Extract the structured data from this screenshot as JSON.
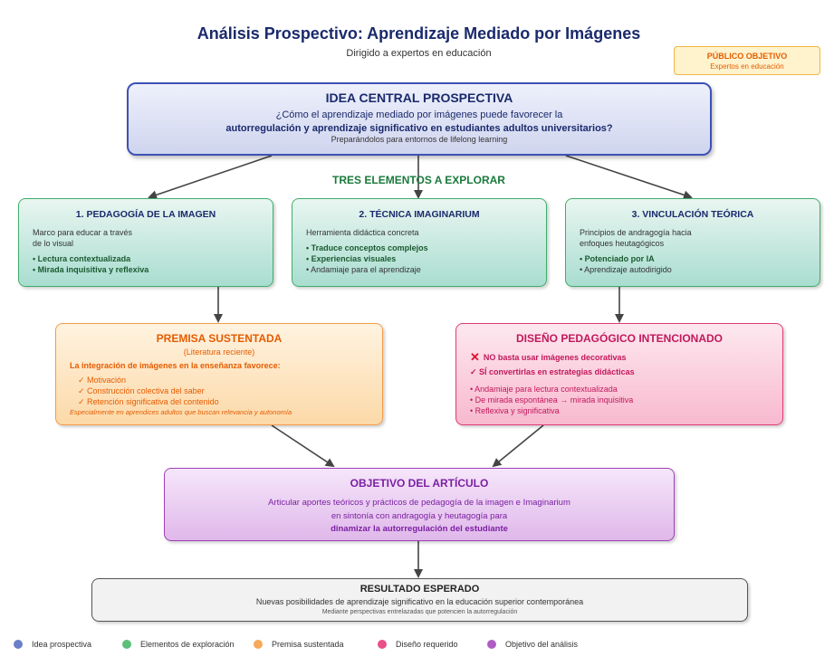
{
  "header": {
    "title": "Análisis Prospectivo: Aprendizaje Mediado por Imágenes",
    "subtitle": "Dirigido a expertos en educación"
  },
  "audience": {
    "label": "PÚBLICO OBJETIVO",
    "value": "Expertos en educación"
  },
  "central": {
    "title": "IDEA CENTRAL PROSPECTIVA",
    "line1": "¿Cómo el aprendizaje mediado por imágenes puede favorecer la",
    "line2": "autorregulación y aprendizaje significativo en estudiantes adultos universitarios?",
    "line3": "Preparándolos para entornos de lifelong learning"
  },
  "section_label": "TRES ELEMENTOS A EXPLORAR",
  "elements": [
    {
      "title": "1. PEDAGOGÍA DE LA IMAGEN",
      "desc1": "Marco para educar a través",
      "desc2": "de lo visual",
      "b1": "• Lectura contextualizada",
      "b2": "• Mirada inquisitiva y reflexiva"
    },
    {
      "title": "2. TÉCNICA IMAGINARIUM",
      "desc1": "Herramienta didáctica concreta",
      "b1": "• Traduce conceptos complejos",
      "b2": "• Experiencias visuales",
      "b3": "• Andamiaje para el aprendizaje"
    },
    {
      "title": "3. VINCULACIÓN TEÓRICA",
      "desc1": "Principios de andragogía hacia",
      "desc2": "enfoques heutagógicos",
      "b1": "• Potenciado por IA",
      "b2": "• Aprendizaje autodirigido"
    }
  ],
  "premise": {
    "title": "PREMISA SUSTENTADA",
    "source": "(Literatura reciente)",
    "lead": "La integración de imágenes en la enseñanza favorece:",
    "items": [
      "✓ Motivación",
      "✓ Construcción colectiva del saber",
      "✓ Retención significativa del contenido"
    ],
    "note": "Especialmente en aprendices adultos que buscan relevancia y autonomía"
  },
  "design": {
    "title": "DISEÑO PEDAGÓGICO INTENCIONADO",
    "no": "NO basta usar imágenes decorativas",
    "yes": "✓ SÍ convertirlas en estrategias didácticas",
    "items": [
      "• Andamiaje para lectura contextualizada",
      "• De mirada espontánea → mirada inquisitiva",
      "• Reflexiva y significativa"
    ]
  },
  "objective": {
    "title": "OBJETIVO DEL ARTÍCULO",
    "line1": "Articular aportes teóricos y prácticos de pedagogía de la imagen e Imaginarium",
    "line2": "en sintonía con andragogía y heutagogía para",
    "line3": "dinamizar la autorregulación del estudiante"
  },
  "result": {
    "title": "RESULTADO ESPERADO",
    "line1": "Nuevas posibilidades de aprendizaje significativo en la educación superior contemporánea",
    "line2": "Mediante perspectivas entrelazadas que potencien la autorregulación"
  },
  "legend": [
    {
      "label": "Idea prospectiva",
      "color": "#6a7fc7"
    },
    {
      "label": "Elementos de exploración",
      "color": "#5cbf7a"
    },
    {
      "label": "Premisa sustentada",
      "color": "#f5a95b"
    },
    {
      "label": "Diseño requerido",
      "color": "#e8508a"
    },
    {
      "label": "Objetivo del análisis",
      "color": "#b05cc4"
    }
  ],
  "colors": {
    "title": "#1a2a6c",
    "central_border": "#3f51b5",
    "green": "#1a7a3c",
    "orange": "#e65c00",
    "pink": "#c2185b",
    "purple": "#7b1fa2"
  }
}
